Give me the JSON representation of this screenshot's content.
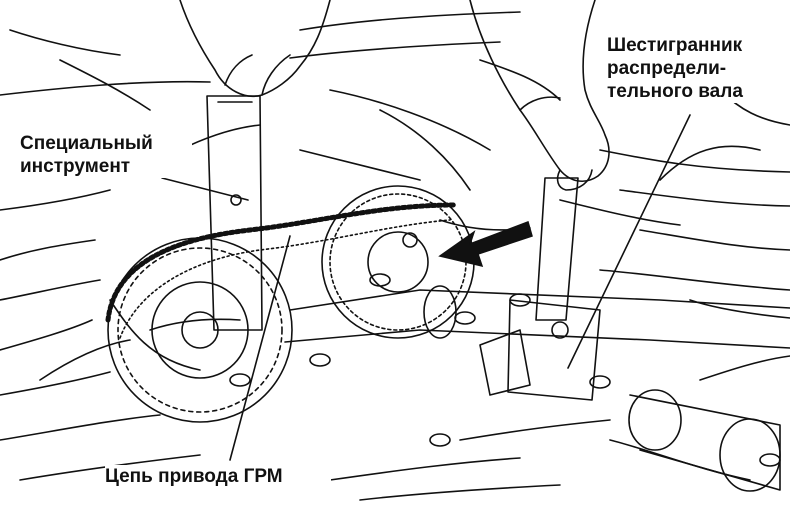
{
  "callouts": {
    "special_tool": [
      "Специальный",
      "инструмент"
    ],
    "camshaft_hex": [
      "Шестигранник",
      "распредели-",
      "тельного вала"
    ],
    "timing_chain": "Цепь привода ГРМ"
  },
  "colors": {
    "ink": "#111111",
    "paper": "#ffffff"
  },
  "icons": {
    "rotation_direction": "arrow-left-icon"
  }
}
